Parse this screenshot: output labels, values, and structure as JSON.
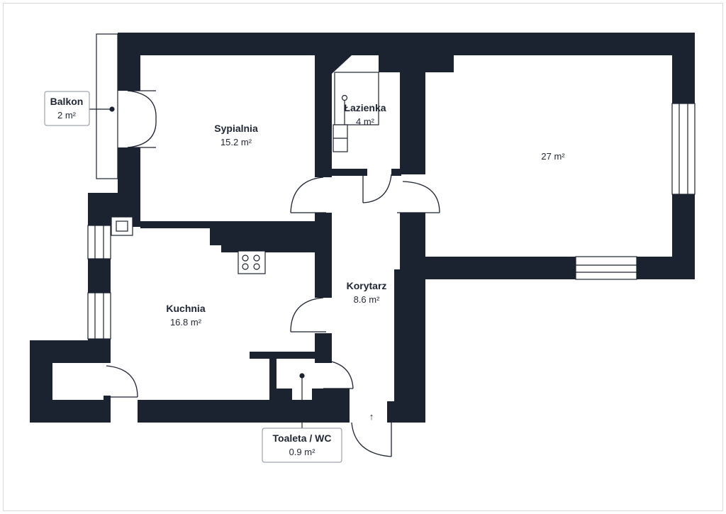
{
  "colors": {
    "wall": "#1b2230",
    "line": "#1b2230",
    "paper": "#ffffff",
    "frame": "#d9d9d9"
  },
  "rooms": [
    {
      "id": "sypialnia",
      "name": "Sypialnia",
      "area": "15.2 m²"
    },
    {
      "id": "lazienka",
      "name": "Łazienka",
      "area": "4 m²"
    },
    {
      "id": "salon",
      "name": "",
      "area": "27 m²"
    },
    {
      "id": "korytarz",
      "name": "Korytarz",
      "area": "8.6 m²"
    },
    {
      "id": "kuchnia",
      "name": "Kuchnia",
      "area": "16.8 m²"
    }
  ],
  "callouts": {
    "balkon": {
      "name": "Balkon",
      "area": "2 m²"
    },
    "toaleta": {
      "name": "Toaleta / WC",
      "area": "0.9 m²"
    }
  },
  "entrance_arrow": "↑"
}
